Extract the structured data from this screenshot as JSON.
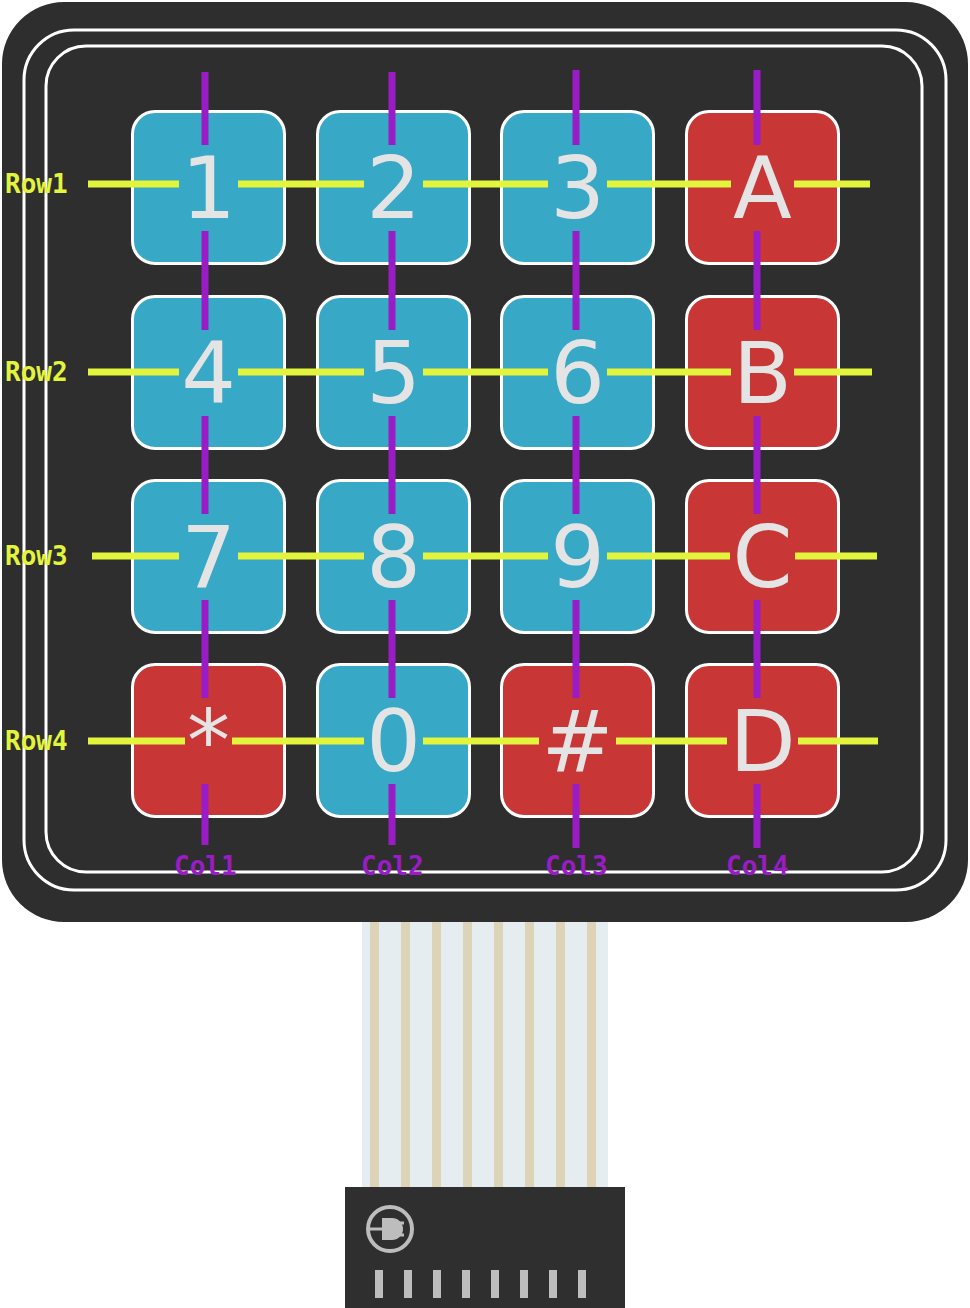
{
  "diagram": {
    "nodes": [
      {
        "text": [
          "1"
        ]
      },
      {
        "text": [
          "2"
        ]
      },
      {
        "text": [
          "3"
        ]
      },
      {
        "text": [
          "A"
        ]
      },
      {
        "text": [
          "4"
        ]
      },
      {
        "text": [
          "5"
        ]
      },
      {
        "text": [
          "6"
        ]
      },
      {
        "text": [
          "B"
        ]
      },
      {
        "text": [
          "7"
        ]
      },
      {
        "text": [
          "8"
        ]
      },
      {
        "text": [
          "9"
        ]
      },
      {
        "text": [
          "C"
        ]
      },
      {
        "text": [
          "*"
        ]
      },
      {
        "text": [
          "0"
        ]
      },
      {
        "text": [
          "#"
        ]
      },
      {
        "text": [
          "D"
        ]
      }
    ],
    "labels": [
      "Row1",
      "Row2",
      "Row3",
      "Row4",
      "Col1",
      "Col2",
      "Col3",
      "Col4"
    ]
  }
}
